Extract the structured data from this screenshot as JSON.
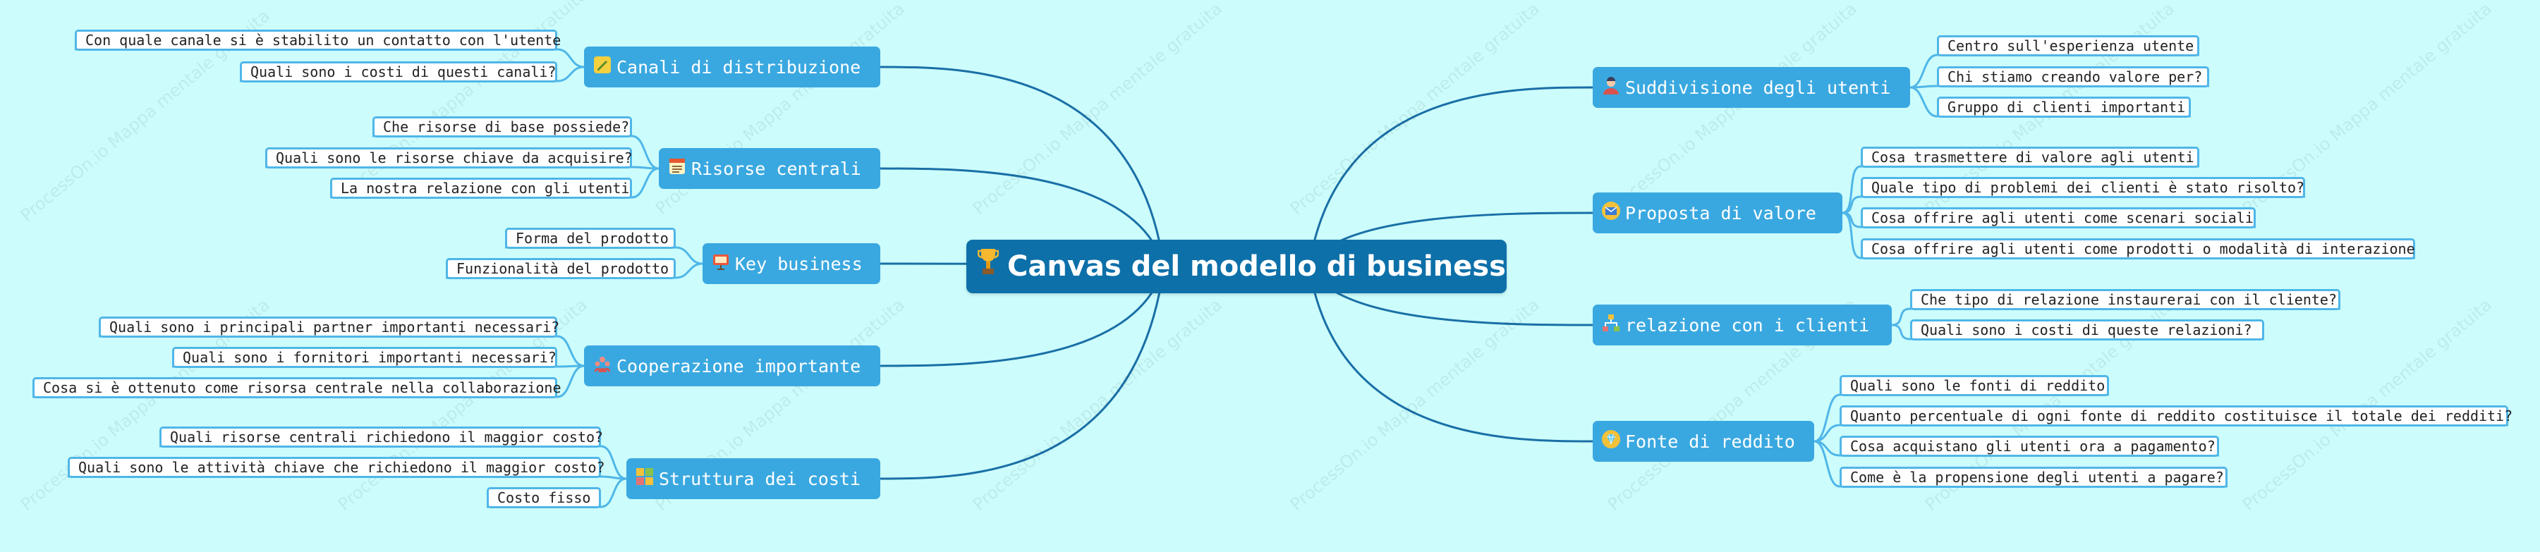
{
  "root": {
    "title": "Canvas del modello di business",
    "icon": "trophy-icon"
  },
  "watermark": "ProcessOn.io Mappa mentale gratuita",
  "left": [
    {
      "label": "Canali di distribuzione",
      "icon": "document-pen-icon",
      "items": [
        "Con quale canale si è stabilito un contatto con l'utente",
        "Quali sono i costi di questi canali?"
      ]
    },
    {
      "label": "Risorse centrali",
      "icon": "notepad-icon",
      "items": [
        "Che risorse di base possiede?",
        "Quali sono le risorse chiave da acquisire?",
        "La nostra relazione con gli utenti"
      ]
    },
    {
      "label": "Key business",
      "icon": "presentation-icon",
      "items": [
        "Forma del prodotto",
        "Funzionalità del prodotto"
      ]
    },
    {
      "label": "Cooperazione importante",
      "icon": "team-icon",
      "items": [
        "Quali sono i principali partner importanti necessari?",
        "Quali sono i fornitori importanti necessari?",
        "Cosa si è ottenuto come risorsa centrale nella collaborazione"
      ]
    },
    {
      "label": "Struttura dei costi",
      "icon": "blocks-icon",
      "items": [
        "Quali risorse centrali richiedono il maggior costo?",
        "Quali sono le attività chiave che richiedono il maggior costo?",
        "Costo fisso"
      ]
    }
  ],
  "right": [
    {
      "label": "Suddivisione degli utenti",
      "icon": "user-avatar-icon",
      "items": [
        "Centro sull'esperienza utente",
        "Chi stiamo creando valore per?",
        "Gruppo di clienti importanti"
      ]
    },
    {
      "label": "Proposta di valore",
      "icon": "envelope-icon",
      "items": [
        "Cosa trasmettere di valore agli utenti",
        "Quale tipo di problemi dei clienti è stato risolto?",
        "Cosa offrire agli utenti come scenari sociali",
        "Cosa offrire agli utenti come prodotti o modalità di interazione"
      ]
    },
    {
      "label": "relazione con i clienti",
      "icon": "hierarchy-icon",
      "items": [
        "Che tipo di relazione instaurerai con il cliente?",
        "Quali sono i costi di queste relazioni?"
      ]
    },
    {
      "label": "Fonte di reddito",
      "icon": "diamond-icon",
      "items": [
        "Quali sono le fonti di reddito",
        "Quanto percentuale di ogni fonte di reddito costituisce il totale dei redditi?",
        "Cosa acquistano gli utenti ora a pagamento?",
        "Come è la propensione degli utenti a pagare?"
      ]
    }
  ],
  "colors": {
    "background": "#ccfdfc",
    "root": "#0d70a9",
    "topic": "#3aa8e0",
    "sub_border": "#4fb6e8",
    "line": "#1a6fa6"
  }
}
